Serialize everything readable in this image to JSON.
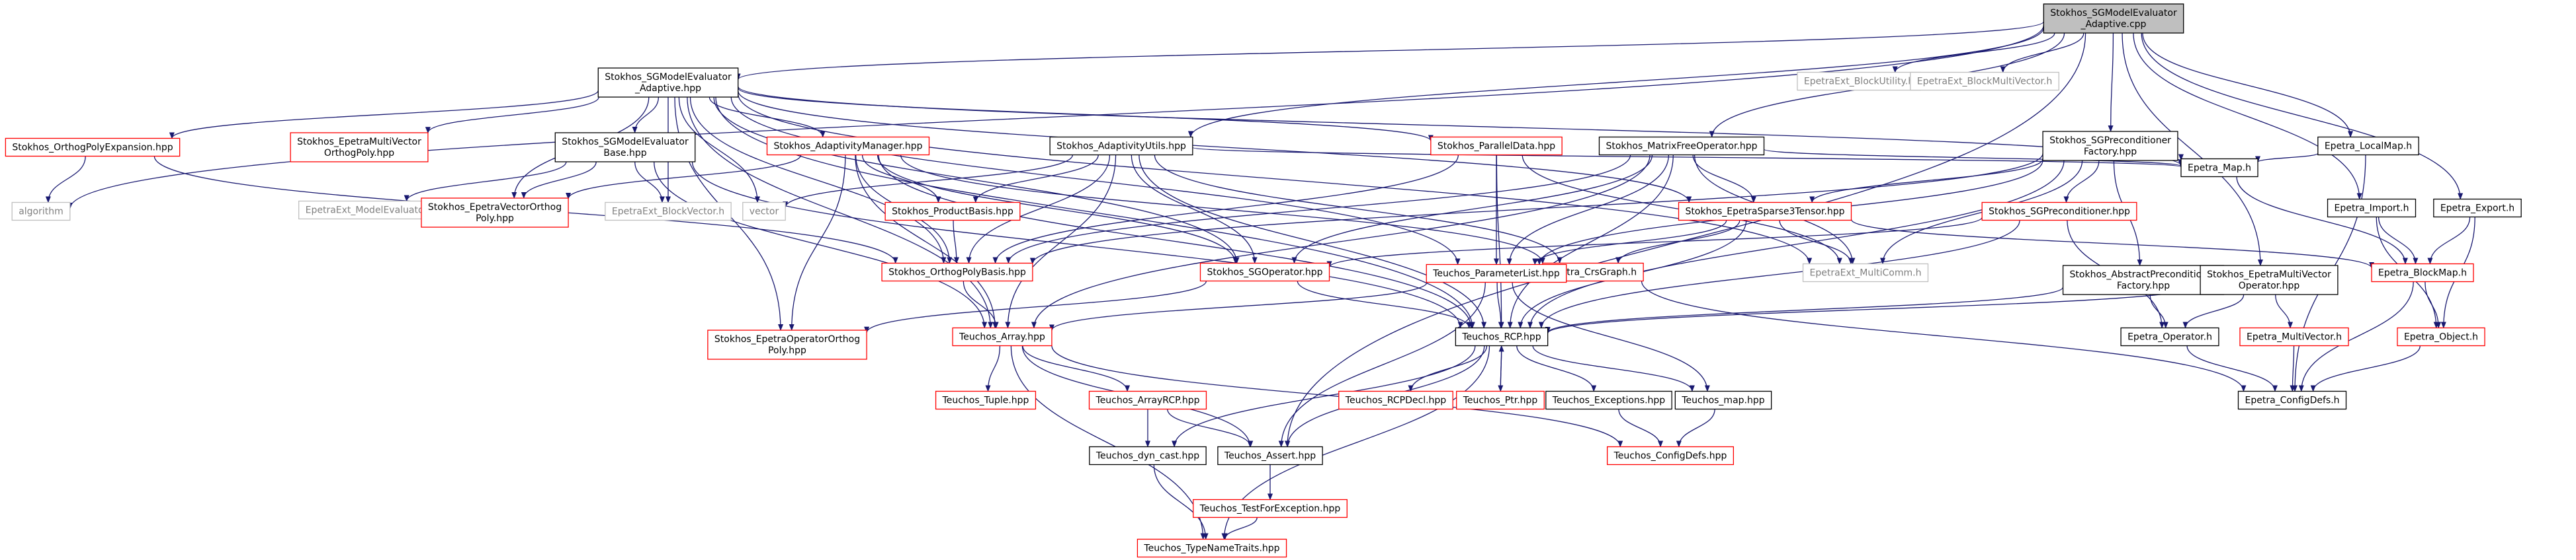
{
  "colors": {
    "edge": "#191970",
    "root_fill": "#bfbfbf",
    "border_black": "#000000",
    "border_red": "#ff0000",
    "border_gray": "#bfbfbf",
    "text_black": "#000000",
    "text_gray": "#7f7f7f"
  },
  "nodes": [
    {
      "id": "root",
      "lines": [
        "Stokhos_SGModelEvaluator",
        "_Adaptive.cpp"
      ],
      "style": "root"
    },
    {
      "id": "sgme_adapt_hpp",
      "lines": [
        "Stokhos_SGModelEvaluator",
        "_Adaptive.hpp"
      ],
      "style": "black"
    },
    {
      "id": "epext_blockutil",
      "lines": [
        "EpetraExt_BlockUtility.h"
      ],
      "style": "gray"
    },
    {
      "id": "epext_blockmv",
      "lines": [
        "EpetraExt_BlockMultiVector.h"
      ],
      "style": "gray"
    },
    {
      "id": "orthopolyexp",
      "lines": [
        "Stokhos_OrthogPolyExpansion.hpp"
      ],
      "style": "red"
    },
    {
      "id": "algorithm",
      "lines": [
        "algorithm"
      ],
      "style": "gray"
    },
    {
      "id": "epmv_orthopoly",
      "lines": [
        "Stokhos_EpetraMultiVector",
        "OrthogPoly.hpp"
      ],
      "style": "red"
    },
    {
      "id": "sgme_base",
      "lines": [
        "Stokhos_SGModelEvaluator",
        "Base.hpp"
      ],
      "style": "black"
    },
    {
      "id": "epext_me",
      "lines": [
        "EpetraExt_ModelEvaluator.h"
      ],
      "style": "gray"
    },
    {
      "id": "epvec_orthopoly",
      "lines": [
        "Stokhos_EpetraVectorOrthog",
        "Poly.hpp"
      ],
      "style": "red"
    },
    {
      "id": "epext_blockvec",
      "lines": [
        "EpetraExt_BlockVector.h"
      ],
      "style": "gray"
    },
    {
      "id": "vector",
      "lines": [
        "vector"
      ],
      "style": "gray"
    },
    {
      "id": "adaptmgr",
      "lines": [
        "Stokhos_AdaptivityManager.hpp"
      ],
      "style": "red"
    },
    {
      "id": "adaptutils",
      "lines": [
        "Stokhos_AdaptivityUtils.hpp"
      ],
      "style": "black"
    },
    {
      "id": "paralleldata",
      "lines": [
        "Stokhos_ParallelData.hpp"
      ],
      "style": "red"
    },
    {
      "id": "mfop",
      "lines": [
        "Stokhos_MatrixFreeOperator.hpp"
      ],
      "style": "black"
    },
    {
      "id": "sgprec_fact",
      "lines": [
        "Stokhos_SGPreconditioner",
        "Factory.hpp"
      ],
      "style": "black"
    },
    {
      "id": "ep_localmap",
      "lines": [
        "Epetra_LocalMap.h"
      ],
      "style": "black"
    },
    {
      "id": "ep_map",
      "lines": [
        "Epetra_Map.h"
      ],
      "style": "black"
    },
    {
      "id": "ep_import",
      "lines": [
        "Epetra_Import.h"
      ],
      "style": "black"
    },
    {
      "id": "ep_export",
      "lines": [
        "Epetra_Export.h"
      ],
      "style": "black"
    },
    {
      "id": "prodbasis",
      "lines": [
        "Stokhos_ProductBasis.hpp"
      ],
      "style": "red"
    },
    {
      "id": "epsparse3",
      "lines": [
        "Stokhos_EpetraSparse3Tensor.hpp"
      ],
      "style": "red"
    },
    {
      "id": "sgprec",
      "lines": [
        "Stokhos_SGPreconditioner.hpp"
      ],
      "style": "red"
    },
    {
      "id": "ep_blockmap",
      "lines": [
        "Epetra_BlockMap.h"
      ],
      "style": "red"
    },
    {
      "id": "orthopolybasis",
      "lines": [
        "Stokhos_OrthogPolyBasis.hpp"
      ],
      "style": "red"
    },
    {
      "id": "sgop",
      "lines": [
        "Stokhos_SGOperator.hpp"
      ],
      "style": "red"
    },
    {
      "id": "ep_crsgraph",
      "lines": [
        "Epetra_CrsGraph.h"
      ],
      "style": "red"
    },
    {
      "id": "paramlist",
      "lines": [
        "Teuchos_ParameterList.hpp"
      ],
      "style": "red"
    },
    {
      "id": "epext_multicomm",
      "lines": [
        "EpetraExt_MultiComm.h"
      ],
      "style": "gray"
    },
    {
      "id": "absprec_fact",
      "lines": [
        "Stokhos_AbstractPreconditioner",
        "Factory.hpp"
      ],
      "style": "black"
    },
    {
      "id": "epmv_op",
      "lines": [
        "Stokhos_EpetraMultiVector",
        "Operator.hpp"
      ],
      "style": "black"
    },
    {
      "id": "epop_orthopoly",
      "lines": [
        "Stokhos_EpetraOperatorOrthog",
        "Poly.hpp"
      ],
      "style": "red"
    },
    {
      "id": "teuchos_array",
      "lines": [
        "Teuchos_Array.hpp"
      ],
      "style": "red"
    },
    {
      "id": "teuchos_rcp",
      "lines": [
        "Teuchos_RCP.hpp"
      ],
      "style": "black"
    },
    {
      "id": "ep_operator",
      "lines": [
        "Epetra_Operator.h"
      ],
      "style": "black"
    },
    {
      "id": "ep_multivector",
      "lines": [
        "Epetra_MultiVector.h"
      ],
      "style": "red"
    },
    {
      "id": "ep_object",
      "lines": [
        "Epetra_Object.h"
      ],
      "style": "red"
    },
    {
      "id": "teuchos_tuple",
      "lines": [
        "Teuchos_Tuple.hpp"
      ],
      "style": "red"
    },
    {
      "id": "teuchos_arrayrcp",
      "lines": [
        "Teuchos_ArrayRCP.hpp"
      ],
      "style": "red"
    },
    {
      "id": "rcpdecl",
      "lines": [
        "Teuchos_RCPDecl.hpp"
      ],
      "style": "red"
    },
    {
      "id": "teuchos_ptr",
      "lines": [
        "Teuchos_Ptr.hpp"
      ],
      "style": "red"
    },
    {
      "id": "teuchos_exc",
      "lines": [
        "Teuchos_Exceptions.hpp"
      ],
      "style": "black"
    },
    {
      "id": "teuchos_map",
      "lines": [
        "Teuchos_map.hpp"
      ],
      "style": "black"
    },
    {
      "id": "ep_configdefs",
      "lines": [
        "Epetra_ConfigDefs.h"
      ],
      "style": "black"
    },
    {
      "id": "teuchos_dyncast",
      "lines": [
        "Teuchos_dyn_cast.hpp"
      ],
      "style": "black"
    },
    {
      "id": "teuchos_assert",
      "lines": [
        "Teuchos_Assert.hpp"
      ],
      "style": "black"
    },
    {
      "id": "teuchos_configdefs",
      "lines": [
        "Teuchos_ConfigDefs.hpp"
      ],
      "style": "red"
    },
    {
      "id": "teuchos_testexc",
      "lines": [
        "Teuchos_TestForException.hpp"
      ],
      "style": "red"
    },
    {
      "id": "teuchos_typename",
      "lines": [
        "Teuchos_TypeNameTraits.hpp"
      ],
      "style": "red"
    }
  ],
  "edges": [
    [
      "root",
      "sgme_adapt_hpp"
    ],
    [
      "root",
      "epext_blockutil"
    ],
    [
      "root",
      "epext_blockmv"
    ],
    [
      "root",
      "adaptutils"
    ],
    [
      "root",
      "mfop"
    ],
    [
      "root",
      "sgprec_fact"
    ],
    [
      "root",
      "ep_localmap"
    ],
    [
      "root",
      "ep_import"
    ],
    [
      "root",
      "ep_export"
    ],
    [
      "root",
      "epmv_op"
    ],
    [
      "root",
      "teuchos_assert"
    ],
    [
      "root",
      "algorithm"
    ],
    [
      "sgme_adapt_hpp",
      "orthopolyexp"
    ],
    [
      "sgme_adapt_hpp",
      "epmv_orthopoly"
    ],
    [
      "sgme_adapt_hpp",
      "sgme_base"
    ],
    [
      "sgme_adapt_hpp",
      "epvec_orthopoly"
    ],
    [
      "sgme_adapt_hpp",
      "epext_blockvec"
    ],
    [
      "sgme_adapt_hpp",
      "vector"
    ],
    [
      "sgme_adapt_hpp",
      "adaptmgr"
    ],
    [
      "sgme_adapt_hpp",
      "paralleldata"
    ],
    [
      "sgme_adapt_hpp",
      "epsparse3"
    ],
    [
      "sgme_adapt_hpp",
      "epext_multicomm"
    ],
    [
      "sgme_adapt_hpp",
      "orthopolybasis"
    ],
    [
      "sgme_adapt_hpp",
      "sgop"
    ],
    [
      "sgme_adapt_hpp",
      "teuchos_rcp"
    ],
    [
      "sgme_adapt_hpp",
      "paramlist"
    ],
    [
      "sgme_adapt_hpp",
      "epop_orthopoly"
    ],
    [
      "sgme_adapt_hpp",
      "teuchos_array"
    ],
    [
      "sgme_adapt_hpp",
      "ep_map"
    ],
    [
      "orthopolyexp",
      "algorithm"
    ],
    [
      "orthopolyexp",
      "orthopolybasis"
    ],
    [
      "sgme_base",
      "epext_me"
    ],
    [
      "sgme_base",
      "epvec_orthopoly"
    ],
    [
      "sgme_base",
      "epext_blockvec"
    ],
    [
      "sgme_base",
      "teuchos_array"
    ],
    [
      "sgme_base",
      "teuchos_rcp"
    ],
    [
      "adaptmgr",
      "epvec_orthopoly"
    ],
    [
      "adaptmgr",
      "prodbasis"
    ],
    [
      "adaptmgr",
      "orthopolybasis"
    ],
    [
      "adaptmgr",
      "sgop"
    ],
    [
      "adaptmgr",
      "ep_crsgraph"
    ],
    [
      "adaptmgr",
      "teuchos_array"
    ],
    [
      "adaptmgr",
      "epop_orthopoly"
    ],
    [
      "adaptmgr",
      "teuchos_rcp"
    ],
    [
      "adaptutils",
      "vector"
    ],
    [
      "adaptutils",
      "prodbasis"
    ],
    [
      "adaptutils",
      "orthopolybasis"
    ],
    [
      "adaptutils",
      "sgop"
    ],
    [
      "adaptutils",
      "ep_crsgraph"
    ],
    [
      "adaptutils",
      "teuchos_array"
    ],
    [
      "adaptutils",
      "teuchos_rcp"
    ],
    [
      "adaptutils",
      "ep_map"
    ],
    [
      "paralleldata",
      "orthopolybasis"
    ],
    [
      "paralleldata",
      "paramlist"
    ],
    [
      "paralleldata",
      "teuchos_rcp"
    ],
    [
      "paralleldata",
      "epext_multicomm"
    ],
    [
      "mfop",
      "orthopolybasis"
    ],
    [
      "mfop",
      "sgop"
    ],
    [
      "mfop",
      "epsparse3"
    ],
    [
      "mfop",
      "paramlist"
    ],
    [
      "mfop",
      "ep_map"
    ],
    [
      "mfop",
      "epext_multicomm"
    ],
    [
      "mfop",
      "teuchos_array"
    ],
    [
      "mfop",
      "teuchos_rcp"
    ],
    [
      "sgprec_fact",
      "sgprec"
    ],
    [
      "sgprec_fact",
      "absprec_fact"
    ],
    [
      "sgprec_fact",
      "epsparse3"
    ],
    [
      "sgprec_fact",
      "paramlist"
    ],
    [
      "sgprec_fact",
      "epext_multicomm"
    ],
    [
      "sgprec_fact",
      "ep_map"
    ],
    [
      "sgprec_fact",
      "teuchos_rcp"
    ],
    [
      "sgprec_fact",
      "orthopolybasis"
    ],
    [
      "ep_localmap",
      "ep_map"
    ],
    [
      "ep_localmap",
      "ep_configdefs"
    ],
    [
      "ep_map",
      "ep_blockmap"
    ],
    [
      "ep_import",
      "ep_blockmap"
    ],
    [
      "ep_import",
      "ep_object"
    ],
    [
      "ep_export",
      "ep_blockmap"
    ],
    [
      "ep_export",
      "ep_object"
    ],
    [
      "prodbasis",
      "orthopolybasis"
    ],
    [
      "epsparse3",
      "ep_crsgraph"
    ],
    [
      "epsparse3",
      "epext_multicomm"
    ],
    [
      "epsparse3",
      "teuchos_rcp"
    ],
    [
      "epsparse3",
      "paramlist"
    ],
    [
      "epsparse3",
      "ep_blockmap"
    ],
    [
      "sgprec",
      "ep_operator"
    ],
    [
      "sgprec",
      "teuchos_rcp"
    ],
    [
      "sgprec",
      "sgop"
    ],
    [
      "ep_blockmap",
      "ep_object"
    ],
    [
      "ep_blockmap",
      "ep_configdefs"
    ],
    [
      "orthopolybasis",
      "teuchos_array"
    ],
    [
      "sgop",
      "epop_orthopoly"
    ],
    [
      "sgop",
      "teuchos_rcp"
    ],
    [
      "ep_crsgraph",
      "ep_configdefs"
    ],
    [
      "paramlist",
      "teuchos_rcp"
    ],
    [
      "paramlist",
      "teuchos_array"
    ],
    [
      "paramlist",
      "teuchos_map"
    ],
    [
      "paramlist",
      "teuchos_assert"
    ],
    [
      "absprec_fact",
      "ep_operator"
    ],
    [
      "absprec_fact",
      "teuchos_rcp"
    ],
    [
      "epmv_op",
      "ep_operator"
    ],
    [
      "epmv_op",
      "ep_multivector"
    ],
    [
      "epmv_op",
      "teuchos_rcp"
    ],
    [
      "teuchos_array",
      "teuchos_tuple"
    ],
    [
      "teuchos_array",
      "teuchos_arrayrcp"
    ],
    [
      "teuchos_array",
      "teuchos_assert"
    ],
    [
      "teuchos_array",
      "teuchos_typename"
    ],
    [
      "teuchos_array",
      "teuchos_configdefs"
    ],
    [
      "teuchos_rcp",
      "rcpdecl"
    ],
    [
      "teuchos_rcp",
      "teuchos_ptr"
    ],
    [
      "teuchos_rcp",
      "teuchos_exc"
    ],
    [
      "teuchos_rcp",
      "teuchos_map"
    ],
    [
      "teuchos_rcp",
      "teuchos_dyncast"
    ],
    [
      "teuchos_rcp",
      "teuchos_assert"
    ],
    [
      "teuchos_rcp",
      "teuchos_typename"
    ],
    [
      "teuchos_ptr",
      "teuchos_rcp"
    ],
    [
      "teuchos_arrayrcp",
      "teuchos_dyncast"
    ],
    [
      "teuchos_arrayrcp",
      "teuchos_assert"
    ],
    [
      "teuchos_exc",
      "teuchos_configdefs"
    ],
    [
      "teuchos_map",
      "teuchos_configdefs"
    ],
    [
      "ep_operator",
      "ep_configdefs"
    ],
    [
      "ep_multivector",
      "ep_configdefs"
    ],
    [
      "ep_object",
      "ep_configdefs"
    ],
    [
      "teuchos_dyncast",
      "teuchos_typename"
    ],
    [
      "teuchos_assert",
      "teuchos_testexc"
    ],
    [
      "teuchos_testexc",
      "teuchos_typename"
    ]
  ]
}
